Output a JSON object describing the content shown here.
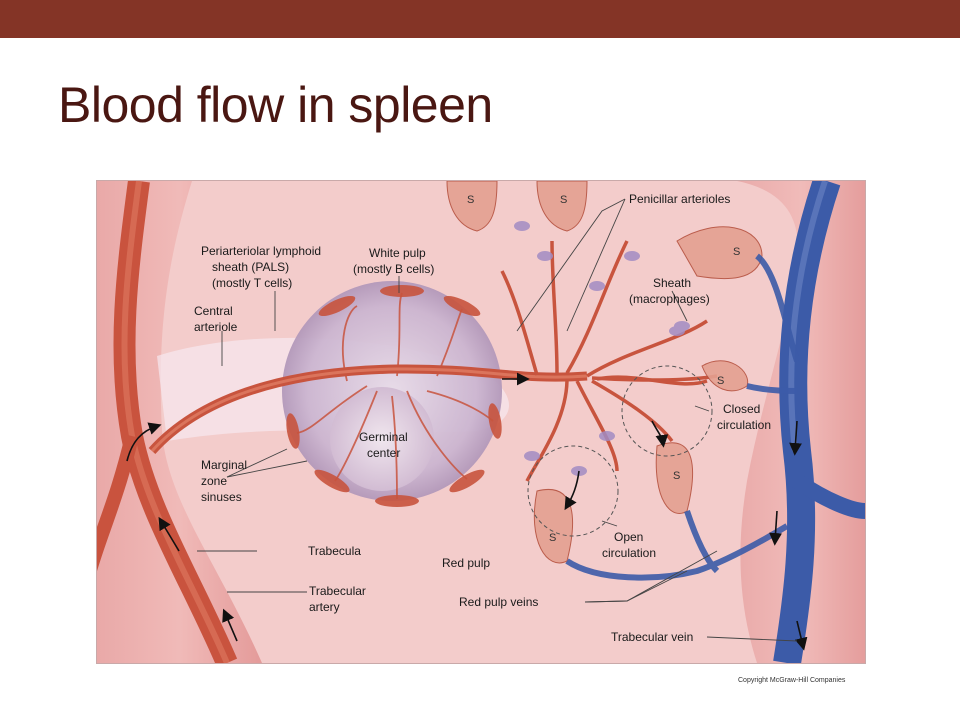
{
  "slide": {
    "title": "Blood flow in spleen",
    "copyright": "Copyright McGraw-Hill Companies",
    "bar_color": "#843426"
  },
  "labels": {
    "pals_line1": "Periarteriolar lymphoid",
    "pals_line2": "sheath (PALS)",
    "pals_line3": "(mostly T cells)",
    "white_pulp_line1": "White pulp",
    "white_pulp_line2": "(mostly B cells)",
    "central_line1": "Central",
    "central_line2": "arteriole",
    "penicillar": "Penicillar arterioles",
    "sheath_line1": "Sheath",
    "sheath_line2": "(macrophages)",
    "germinal_line1": "Germinal",
    "germinal_line2": "center",
    "marginal_line1": "Marginal",
    "marginal_line2": "zone",
    "marginal_line3": "sinuses",
    "closed_line1": "Closed",
    "closed_line2": "circulation",
    "open_line1": "Open",
    "open_line2": "circulation",
    "trabecula": "Trabecula",
    "red_pulp": "Red pulp",
    "trab_artery_line1": "Trabecular",
    "trab_artery_line2": "artery",
    "red_pulp_veins": "Red pulp veins",
    "trab_vein": "Trabecular vein",
    "sinus_s": "S"
  },
  "colors": {
    "tissue": "#f2c9c8",
    "artery": "#c8543e",
    "vein": "#3a5aa8",
    "trabecula": "#e39a9a",
    "white_pulp": "#cdbad3"
  }
}
